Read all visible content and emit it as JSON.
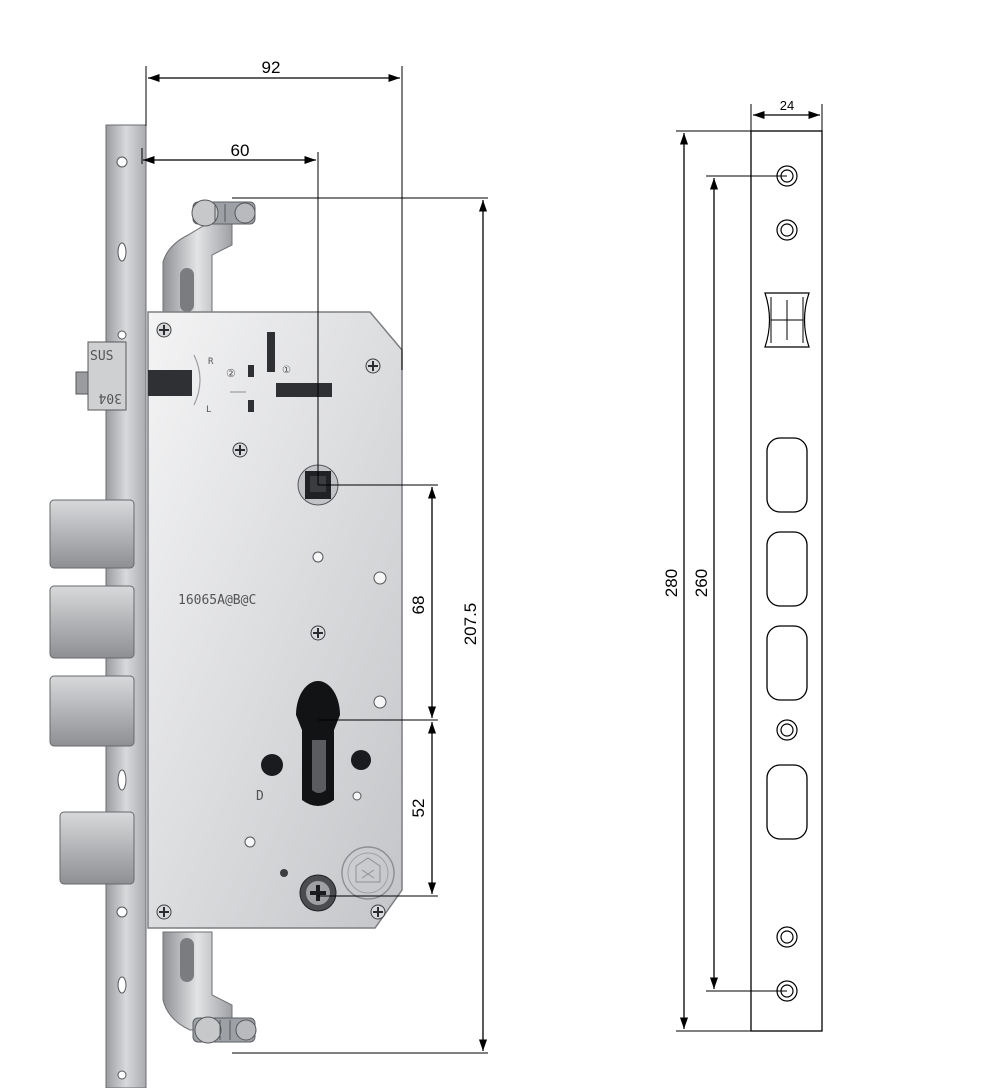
{
  "dimensions": {
    "width_92": "92",
    "width_60": "60",
    "height_207_5": "207.5",
    "spacing_68": "68",
    "spacing_52": "52",
    "faceplate_width_24": "24",
    "faceplate_length_280": "280",
    "hole_spacing_260": "260"
  },
  "stamps": {
    "model": "16065A@B@C",
    "material_top": "SUS",
    "material_bottom": "304",
    "handing_r": "R",
    "handing_l": "L",
    "step_1": "①",
    "step_2": "②",
    "lock_label": "D"
  },
  "colors": {
    "steel_light": "#e6e7e8",
    "steel_mid": "#c9cacc",
    "steel_dark": "#8e9094",
    "line": "#000000"
  },
  "icons": [
    "screw-icon",
    "spindle-icon",
    "cylinder-cutout-icon",
    "certification-seal-icon"
  ]
}
